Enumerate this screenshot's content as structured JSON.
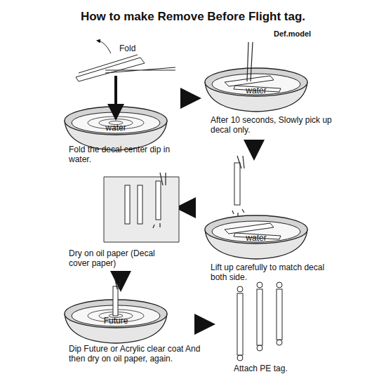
{
  "diagram": {
    "title": "How to make Remove Before Flight tag.",
    "labels": [
      "Fold",
      "water",
      "Fold the decal center dip in water.",
      "water",
      "After 10 seconds, Slowly pick up decal only.",
      "water",
      "Lift up carefully to match decal both side.",
      "Dry on oil paper (Decal cover paper)",
      "Future",
      "Dip Future or Acrylic clear coat And then dry on oil paper, again.",
      "Attach PE tag.",
      "Def.model"
    ]
  }
}
